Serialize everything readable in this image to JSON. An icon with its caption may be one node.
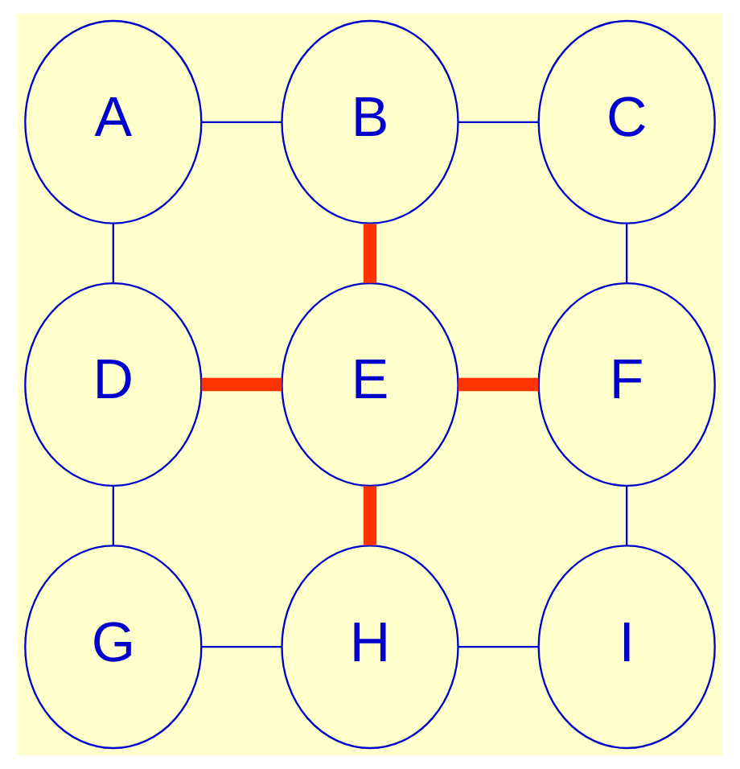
{
  "diagram": {
    "nodes": [
      {
        "text": [
          "A"
        ]
      },
      {
        "text": [
          "B"
        ]
      },
      {
        "text": [
          "C"
        ]
      },
      {
        "text": [
          "D"
        ]
      },
      {
        "text": [
          "E"
        ]
      },
      {
        "text": [
          "F"
        ]
      },
      {
        "text": [
          "G"
        ]
      },
      {
        "text": [
          "H"
        ]
      },
      {
        "text": [
          "I"
        ]
      }
    ],
    "edges": [
      {
        "from": 0,
        "to": 1,
        "arrow": "none"
      },
      {
        "from": 1,
        "to": 2,
        "arrow": "none"
      },
      {
        "from": 0,
        "to": 3,
        "arrow": "none"
      },
      {
        "from": 1,
        "to": 4,
        "arrow": "none",
        "style": "thick",
        "color": "#ff3300"
      },
      {
        "from": 2,
        "to": 5,
        "arrow": "none"
      },
      {
        "from": 3,
        "to": 4,
        "arrow": "none",
        "style": "thick",
        "color": "#ff3300"
      },
      {
        "from": 4,
        "to": 5,
        "arrow": "none",
        "style": "thick",
        "color": "#ff3300"
      },
      {
        "from": 3,
        "to": 6,
        "arrow": "none"
      },
      {
        "from": 4,
        "to": 7,
        "arrow": "none",
        "style": "thick",
        "color": "#ff3300"
      },
      {
        "from": 5,
        "to": 8,
        "arrow": "none"
      },
      {
        "from": 6,
        "to": 7,
        "arrow": "none"
      },
      {
        "from": 7,
        "to": 8,
        "arrow": "none"
      }
    ]
  }
}
